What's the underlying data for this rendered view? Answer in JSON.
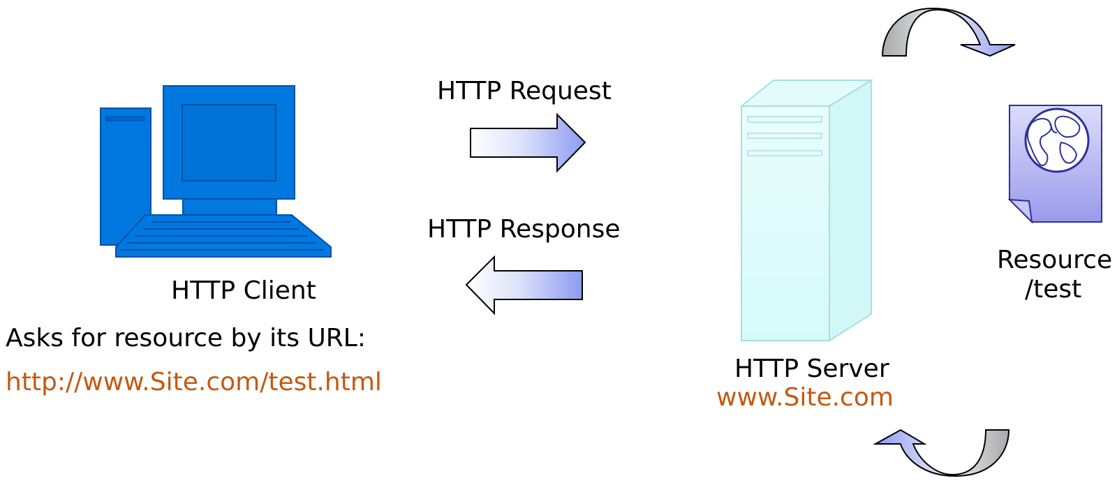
{
  "client": {
    "label": "HTTP Client",
    "description": "Asks for resource by its URL:",
    "url": "http://www.Site.com/test.html"
  },
  "request": {
    "label": "HTTP Request"
  },
  "response": {
    "label": "HTTP Response"
  },
  "server": {
    "label": "HTTP Server",
    "host": "www.Site.com"
  },
  "resource": {
    "label_line1": "Resource",
    "label_line2": "/test"
  },
  "colors": {
    "computer_blue": "#0078e0",
    "computer_outline": "#0051a8",
    "server_fill": "#dcfcfc",
    "server_outline": "#a6e0e0",
    "document_fill": "#aaaaf0",
    "document_outline": "#2f2f9a",
    "url_orange": "#c45911",
    "arrow_gradient_blue": "#9aa7f2"
  },
  "icons": {
    "client": "desktop-computer-icon",
    "server": "server-tower-icon",
    "resource": "web-document-globe-icon"
  }
}
